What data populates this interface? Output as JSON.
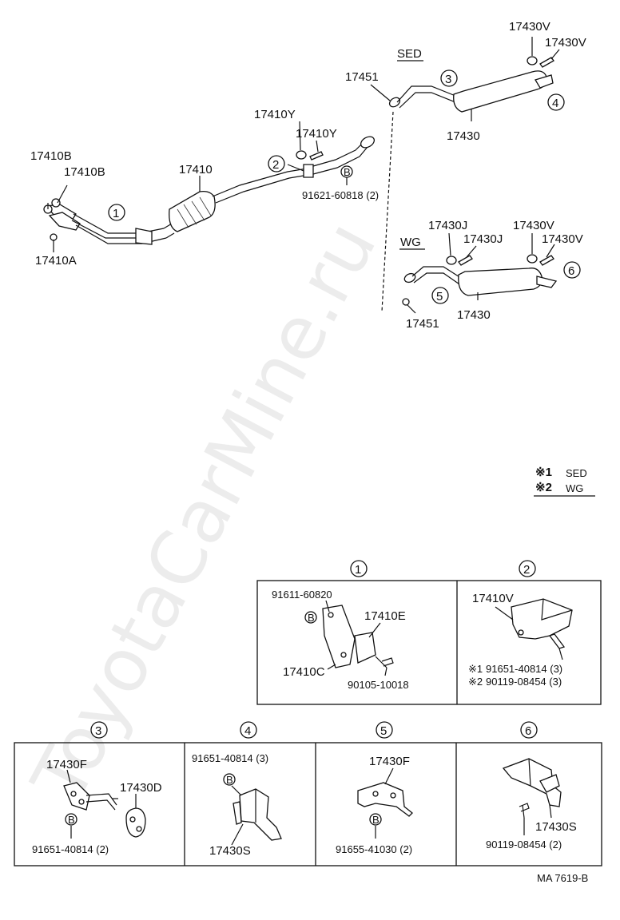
{
  "watermark": "ToyotaCarMine.ru",
  "variants": {
    "sed": "SED",
    "wg": "WG"
  },
  "legend": [
    {
      "mark": "※1",
      "text": "SED"
    },
    {
      "mark": "※2",
      "text": "WG"
    }
  ],
  "circles": [
    "1",
    "2",
    "3",
    "4",
    "5",
    "6"
  ],
  "b_mark": "B",
  "labels": {
    "p17410B_a": "17410B",
    "p17410B_b": "17410B",
    "p17410A": "17410A",
    "p17410": "17410",
    "p17410Y_a": "17410Y",
    "p17410Y_b": "17410Y",
    "p91621": "91621-60818 (2)",
    "p17451_top": "17451",
    "p17430_top": "17430",
    "p17430V_a": "17430V",
    "p17430V_b": "17430V",
    "p17430J_a": "17430J",
    "p17430J_b": "17430J",
    "p17430V_c": "17430V",
    "p17430V_d": "17430V",
    "p17451_bot": "17451",
    "p17430_bot": "17430"
  },
  "boxes": {
    "b1": {
      "bolt": "91611-60820",
      "e": "17410E",
      "c": "17410C",
      "screw": "90105-10018"
    },
    "b2": {
      "v": "17410V",
      "l1_mark": "※1",
      "l1": "91651-40814 (3)",
      "l2_mark": "※2",
      "l2": "90119-08454 (3)"
    },
    "b3": {
      "f": "17430F",
      "d": "17430D",
      "bolt": "91651-40814  (2)"
    },
    "b4": {
      "bolt": "91651-40814 (3)",
      "s": "17430S"
    },
    "b5": {
      "f": "17430F",
      "bolt": "91655-41030 (2)"
    },
    "b6": {
      "bolt": "90119-08454  (2)",
      "s": "17430S"
    }
  },
  "figure_id": "MA 7619-B"
}
